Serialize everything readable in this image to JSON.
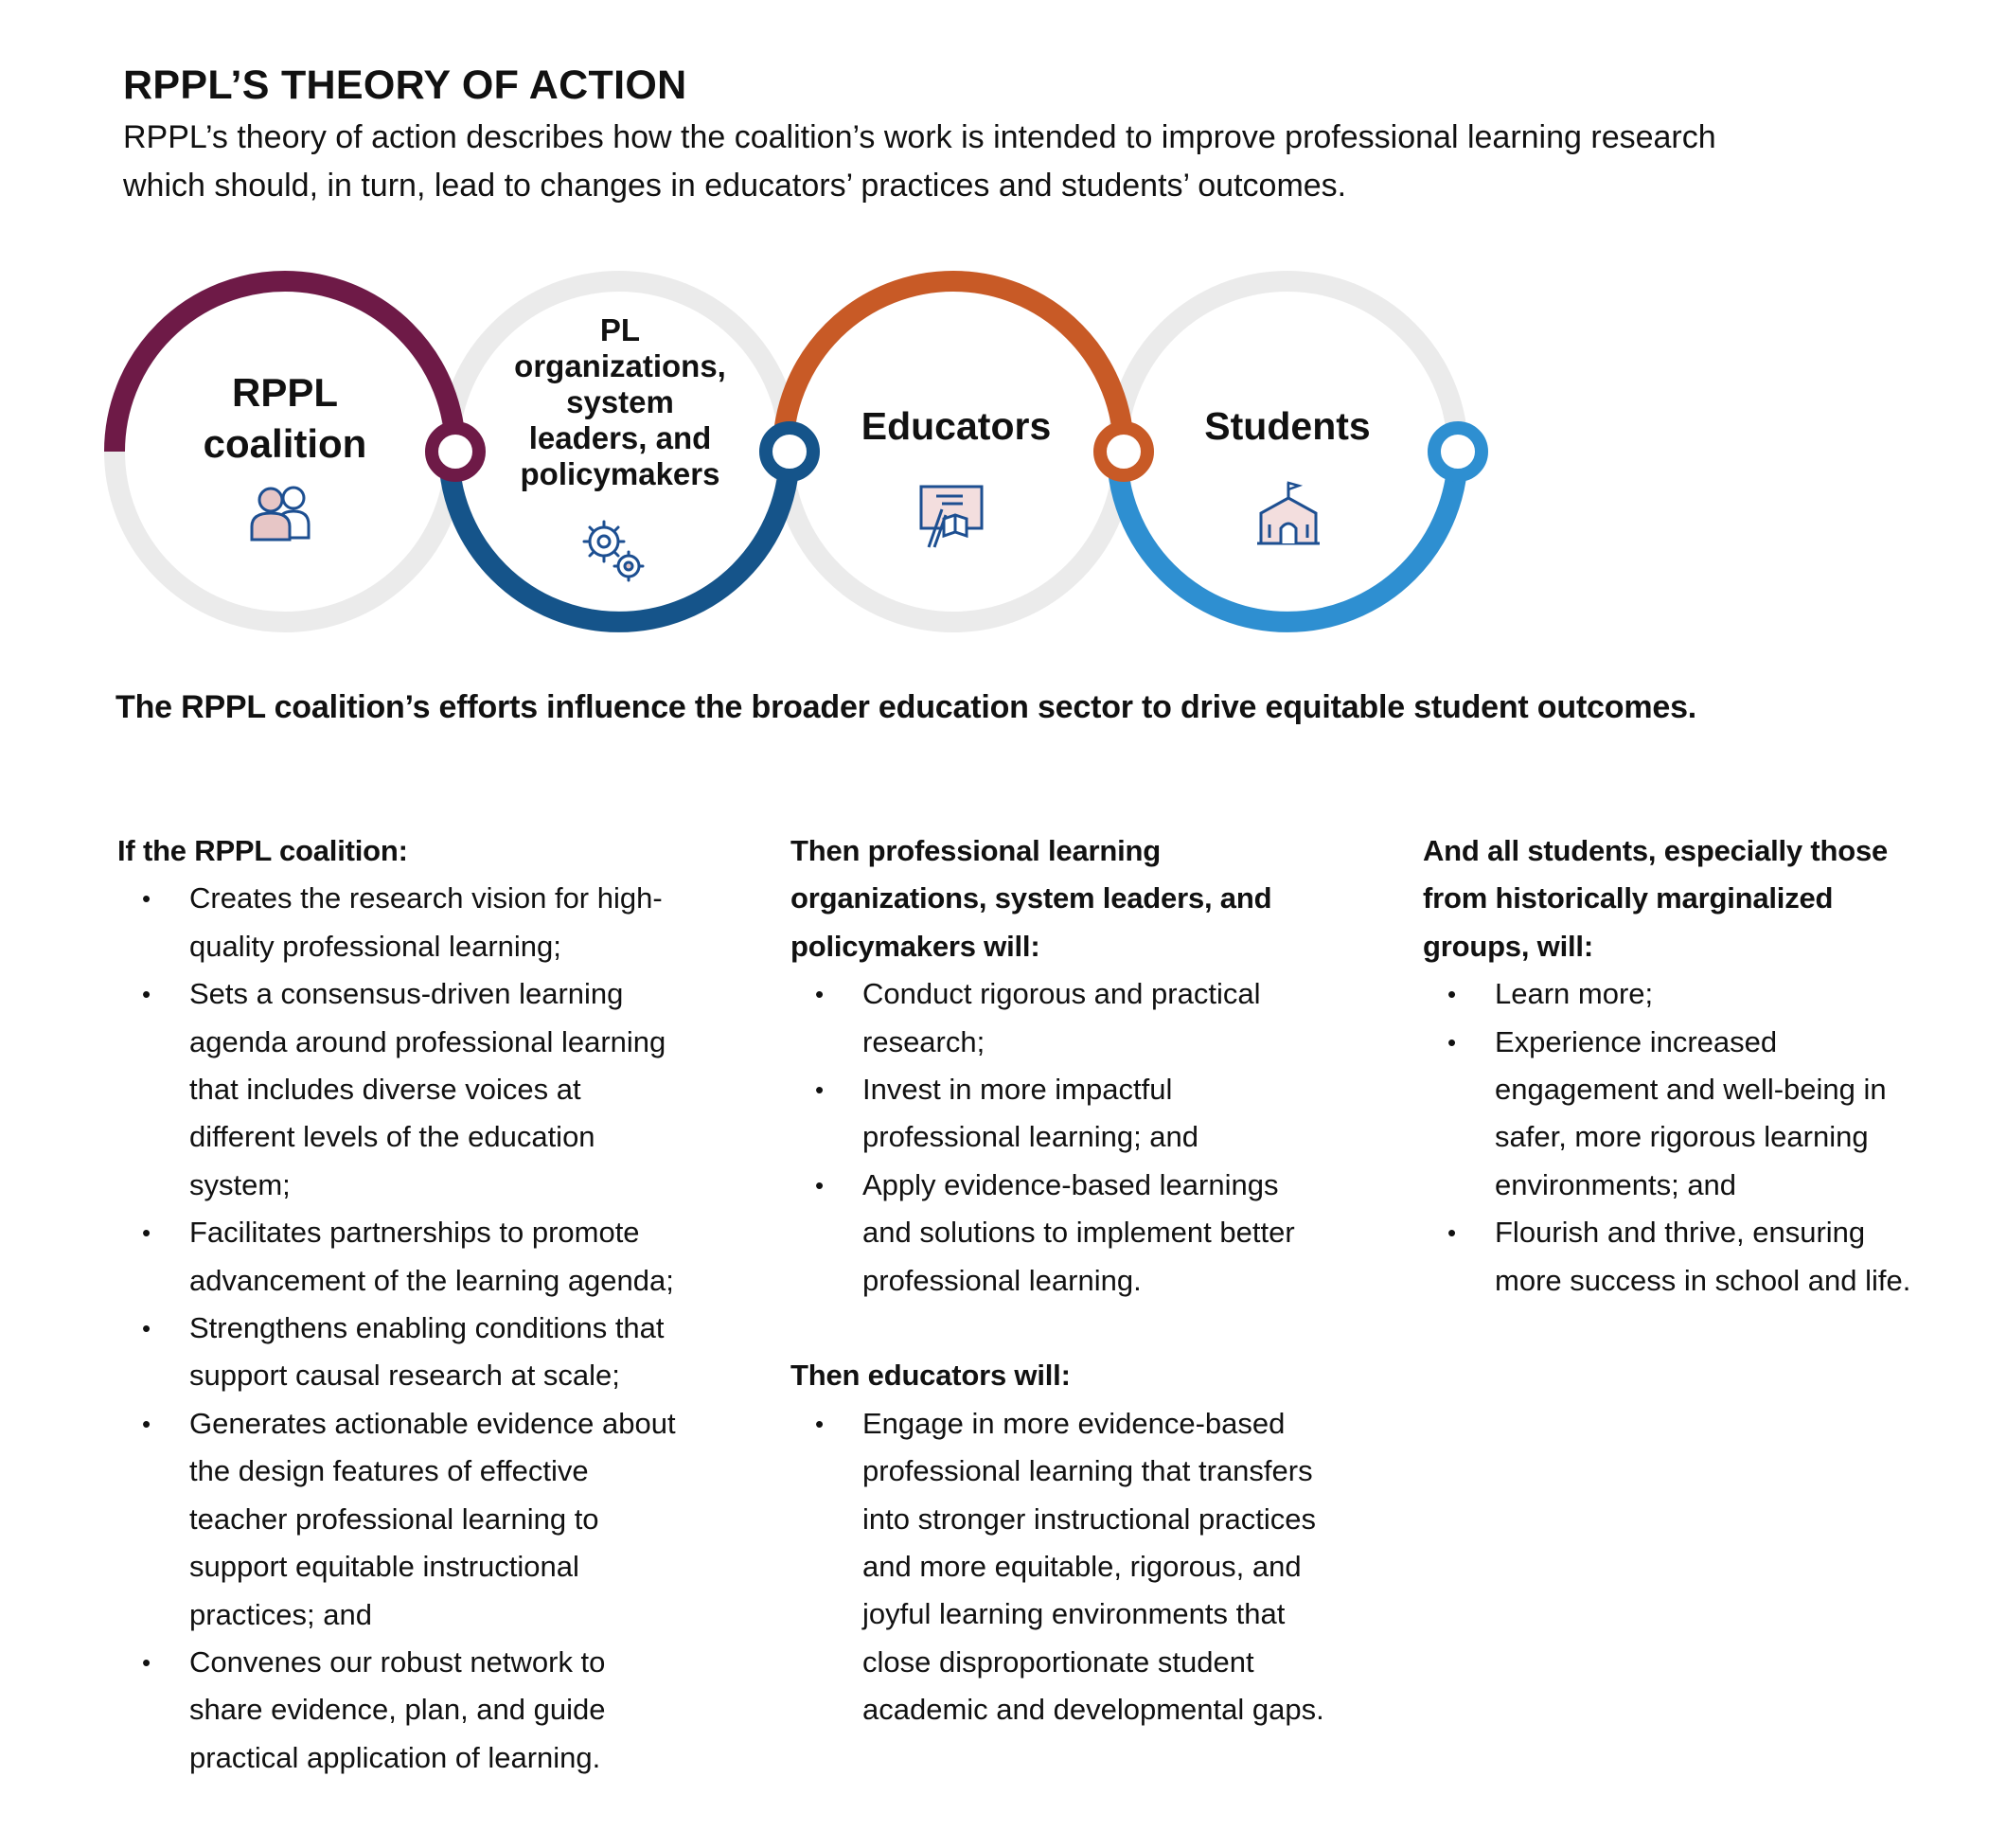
{
  "header": {
    "title": "RPPL’S THEORY OF ACTION",
    "intro_line1": "RPPL’s theory of action describes how the coalition’s work is intended to improve professional learning research",
    "intro_line2": "which should, in turn, lead to changes in educators’ practices and students’ outcomes."
  },
  "diagram": {
    "circles": [
      {
        "lines": [
          "RPPL",
          "coalition"
        ],
        "color": "#6e1a47",
        "icon": "people-icon"
      },
      {
        "lines": [
          "PL",
          "organizations,",
          "system",
          "leaders, and",
          "policymakers"
        ],
        "color": "#15548a",
        "icon": "gears-icon"
      },
      {
        "lines": [
          "Educators"
        ],
        "color": "#c85a26",
        "icon": "teacher-board-icon"
      },
      {
        "lines": [
          "Students"
        ],
        "color": "#2e8fd1",
        "icon": "schoolhouse-icon"
      }
    ],
    "ring_gray": "#ebebeb"
  },
  "statement": "The RPPL coalition’s efforts influence the broader education sector to drive equitable student outcomes.",
  "columns": {
    "coalition": {
      "heading": "If the RPPL coalition:",
      "items": [
        [
          "Creates the research vision for high-",
          "quality professional learning;"
        ],
        [
          "Sets a consensus-driven learning",
          "agenda around professional learning",
          "that includes diverse voices at",
          "different levels of the education",
          "system;"
        ],
        [
          "Facilitates partnerships to promote",
          "advancement of the learning agenda;"
        ],
        [
          "Strengthens enabling conditions that",
          "support causal research at scale;"
        ],
        [
          "Generates actionable evidence about",
          "the design features of effective",
          "teacher professional learning to",
          "support equitable instructional",
          "practices; and"
        ],
        [
          "Convenes our robust network to",
          "share evidence, plan, and guide",
          "practical application of learning."
        ]
      ]
    },
    "organizations": {
      "heading_lines": [
        "Then professional learning",
        "organizations, system leaders, and",
        "policymakers will:"
      ],
      "items": [
        [
          "Conduct rigorous and practical",
          "research;"
        ],
        [
          "Invest in more impactful",
          "professional learning; and"
        ],
        [
          "Apply evidence-based learnings",
          "and solutions to implement better",
          "professional learning."
        ]
      ]
    },
    "educators": {
      "heading": "Then educators will:",
      "items": [
        [
          "Engage in more evidence-based",
          "professional learning that transfers",
          "into stronger instructional practices",
          "and more equitable, rigorous, and",
          "joyful learning environments that",
          "close disproportionate student",
          "academic and developmental gaps."
        ]
      ]
    },
    "students": {
      "heading_lines": [
        "And all students, especially those",
        "from historically marginalized",
        "groups, will:"
      ],
      "items": [
        [
          "Learn more;"
        ],
        [
          "Experience increased",
          "engagement and well-being in",
          "safer, more rigorous  learning",
          "environments; and"
        ],
        [
          "Flourish and thrive, ensuring",
          "more success in school and life."
        ]
      ]
    }
  }
}
